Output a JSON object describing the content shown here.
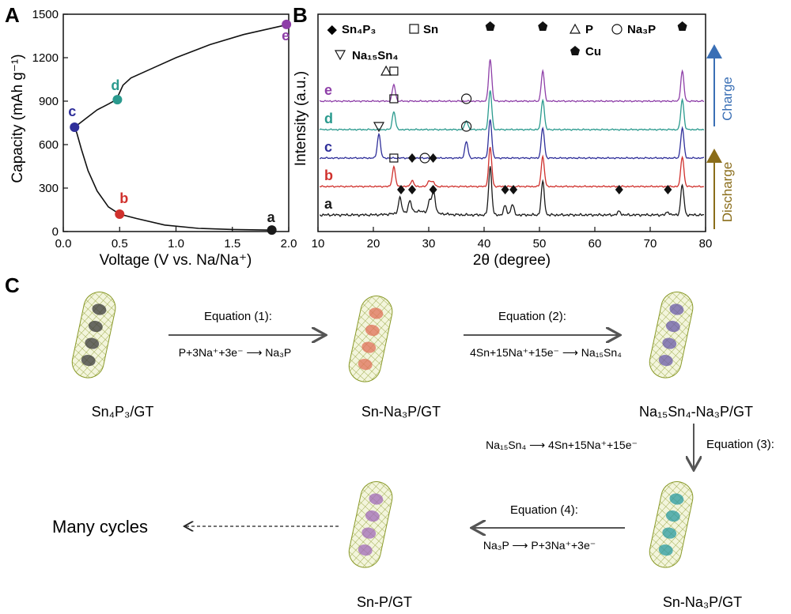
{
  "panels": {
    "a": "A",
    "b": "B",
    "c": "C"
  },
  "colors": {
    "a": "#1a1a1a",
    "b": "#d0312d",
    "c": "#2f2f9a",
    "d": "#2a9a8e",
    "e": "#8e3fa8",
    "charge": "#3a6fb5",
    "discharge": "#8a6d1a"
  },
  "chart_data": [
    {
      "type": "line",
      "xlabel": "Voltage (V vs. Na/Na⁺)",
      "ylabel": "Capacity (mAh g⁻¹)",
      "xlim": [
        0.0,
        2.0
      ],
      "ylim": [
        0,
        1500
      ],
      "xticks": [
        "0.0",
        "0.5",
        "1.0",
        "1.5",
        "2.0"
      ],
      "yticks": [
        "0",
        "300",
        "600",
        "900",
        "1200",
        "1500"
      ],
      "xtick_values": [
        0.0,
        0.5,
        1.0,
        1.5,
        2.0
      ],
      "ytick_values": [
        0,
        300,
        600,
        900,
        1200,
        1500
      ],
      "series": [
        {
          "x": [
            1.85,
            1.5,
            1.2,
            0.9,
            0.65,
            0.5,
            0.4,
            0.3,
            0.22,
            0.16,
            0.12,
            0.1
          ],
          "y": [
            10,
            14,
            22,
            45,
            90,
            120,
            170,
            280,
            420,
            570,
            680,
            720
          ]
        },
        {
          "x": [
            0.1,
            0.2,
            0.3,
            0.4,
            0.47,
            0.5,
            0.53,
            0.6,
            0.8,
            1.0,
            1.3,
            1.6,
            2.0
          ],
          "y": [
            720,
            780,
            840,
            880,
            910,
            960,
            1010,
            1060,
            1130,
            1200,
            1290,
            1360,
            1430
          ]
        }
      ],
      "points": [
        {
          "label": "a",
          "x": 1.85,
          "y": 10
        },
        {
          "label": "b",
          "x": 0.5,
          "y": 120
        },
        {
          "label": "c",
          "x": 0.1,
          "y": 720
        },
        {
          "label": "d",
          "x": 0.48,
          "y": 910
        },
        {
          "label": "e",
          "x": 1.98,
          "y": 1430
        }
      ]
    },
    {
      "type": "line",
      "xlabel": "2θ (degree)",
      "ylabel": "Intensity (a.u.)",
      "xlim": [
        10,
        80
      ],
      "xticks": [
        "10",
        "20",
        "30",
        "40",
        "50",
        "60",
        "70",
        "80"
      ],
      "xtick_values": [
        10,
        20,
        30,
        40,
        50,
        60,
        70,
        80
      ],
      "series": [
        {
          "name": "a",
          "offset": 0,
          "peaks": [
            [
              24.8,
              0.5
            ],
            [
              26.6,
              0.35
            ],
            [
              30.2,
              0.4
            ],
            [
              30.9,
              0.7
            ],
            [
              41.1,
              1.6
            ],
            [
              43.8,
              0.3
            ],
            [
              45.1,
              0.35
            ],
            [
              50.6,
              1.1
            ],
            [
              64.4,
              0.12
            ],
            [
              73.2,
              0.1
            ],
            [
              75.8,
              1.0
            ]
          ]
        },
        {
          "name": "b",
          "offset": 1,
          "peaks": [
            [
              23.7,
              0.65
            ],
            [
              27.0,
              0.2
            ],
            [
              30.1,
              0.2
            ],
            [
              30.8,
              0.15
            ],
            [
              41.1,
              1.3
            ],
            [
              50.6,
              1.0
            ],
            [
              75.8,
              1.0
            ]
          ]
        },
        {
          "name": "c",
          "offset": 2,
          "peaks": [
            [
              21.0,
              0.8
            ],
            [
              36.8,
              0.55
            ],
            [
              41.1,
              1.3
            ],
            [
              50.6,
              1.0
            ],
            [
              75.8,
              1.0
            ]
          ]
        },
        {
          "name": "d",
          "offset": 3,
          "peaks": [
            [
              23.7,
              0.6
            ],
            [
              36.8,
              0.3
            ],
            [
              41.1,
              1.3
            ],
            [
              50.6,
              1.0
            ],
            [
              75.8,
              1.0
            ]
          ]
        },
        {
          "name": "e",
          "offset": 4,
          "peaks": [
            [
              23.7,
              0.55
            ],
            [
              41.1,
              1.4
            ],
            [
              50.6,
              1.0
            ],
            [
              75.8,
              1.0
            ]
          ]
        }
      ],
      "markers": [
        {
          "shape": "diamond",
          "x": 25.0,
          "row": 0
        },
        {
          "shape": "diamond",
          "x": 27.0,
          "row": 0
        },
        {
          "shape": "diamond",
          "x": 30.8,
          "row": 0
        },
        {
          "shape": "diamond",
          "x": 43.8,
          "row": 0
        },
        {
          "shape": "diamond",
          "x": 45.3,
          "row": 0
        },
        {
          "shape": "diamond",
          "x": 64.4,
          "row": 0
        },
        {
          "shape": "diamond",
          "x": 73.2,
          "row": 0
        },
        {
          "shape": "square",
          "x": 23.7,
          "row": 1
        },
        {
          "shape": "diamond",
          "x": 27.0,
          "row": 1
        },
        {
          "shape": "circle",
          "x": 29.3,
          "row": 1
        },
        {
          "shape": "diamond",
          "x": 30.8,
          "row": 1
        },
        {
          "shape": "triangle-down",
          "x": 21.0,
          "row": 2
        },
        {
          "shape": "circle",
          "x": 36.8,
          "row": 2
        },
        {
          "shape": "square",
          "x": 23.7,
          "row": 3
        },
        {
          "shape": "circle",
          "x": 36.8,
          "row": 3
        },
        {
          "shape": "triangle",
          "x": 22.3,
          "row": 4
        },
        {
          "shape": "square",
          "x": 23.7,
          "row": 4
        },
        {
          "shape": "pentagon",
          "x": 41.1,
          "row": 5
        },
        {
          "shape": "pentagon",
          "x": 50.6,
          "row": 5
        },
        {
          "shape": "pentagon",
          "x": 75.8,
          "row": 5
        }
      ],
      "legend": [
        "Sn₄P₃",
        "Sn",
        "P",
        "Na₃P",
        "Na₁₅Sn₄",
        "Cu"
      ]
    }
  ],
  "side_labels": {
    "charge": "Charge",
    "discharge": "Discharge"
  },
  "scheme": {
    "eq1_title": "Equation (1):",
    "eq1": "P+3Na⁺+3e⁻ ⟶ Na₃P",
    "eq2_title": "Equation (2):",
    "eq2": "4Sn+15Na⁺+15e⁻ ⟶ Na₁₅Sn₄",
    "eq3_title": "Equation (3):",
    "eq3": "Na₁₅Sn₄ ⟶ 4Sn+15Na⁺+15e⁻",
    "eq4_title": "Equation (4):",
    "eq4": "Na₃P ⟶ P+3Na⁺+3e⁻",
    "cap1": "Sn₄P₃/GT",
    "cap2": "Sn-Na₃P/GT",
    "cap3": "Na₁₅Sn₄-Na₃P/GT",
    "cap4": "Sn-Na₃P/GT",
    "cap5": "Sn-P/GT",
    "many_cycles": "Many cycles",
    "tube_colors": [
      "#3a3a3a",
      "#e0705a",
      "#6a5aa8",
      "#2a9aa0",
      "#a06ab8"
    ]
  }
}
